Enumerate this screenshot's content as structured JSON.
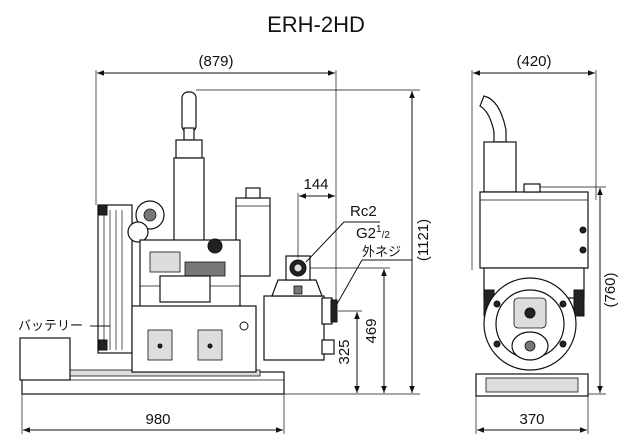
{
  "title": "ERH-2HD",
  "dimensions": {
    "front_width_total": "(879)",
    "pipe_offset": "144",
    "front_height_total": "(1121)",
    "outlet_height": "469",
    "inlet_height": "325",
    "base_length": "980",
    "side_width_total": "(420)",
    "side_height": "(760)",
    "side_base_width": "370"
  },
  "labels": {
    "rc_thread": "Rc2",
    "g_thread_main": "G2",
    "g_thread_sup": "1",
    "g_thread_sub": "/2",
    "external_thread": "外ネジ",
    "battery": "バッテリー"
  }
}
